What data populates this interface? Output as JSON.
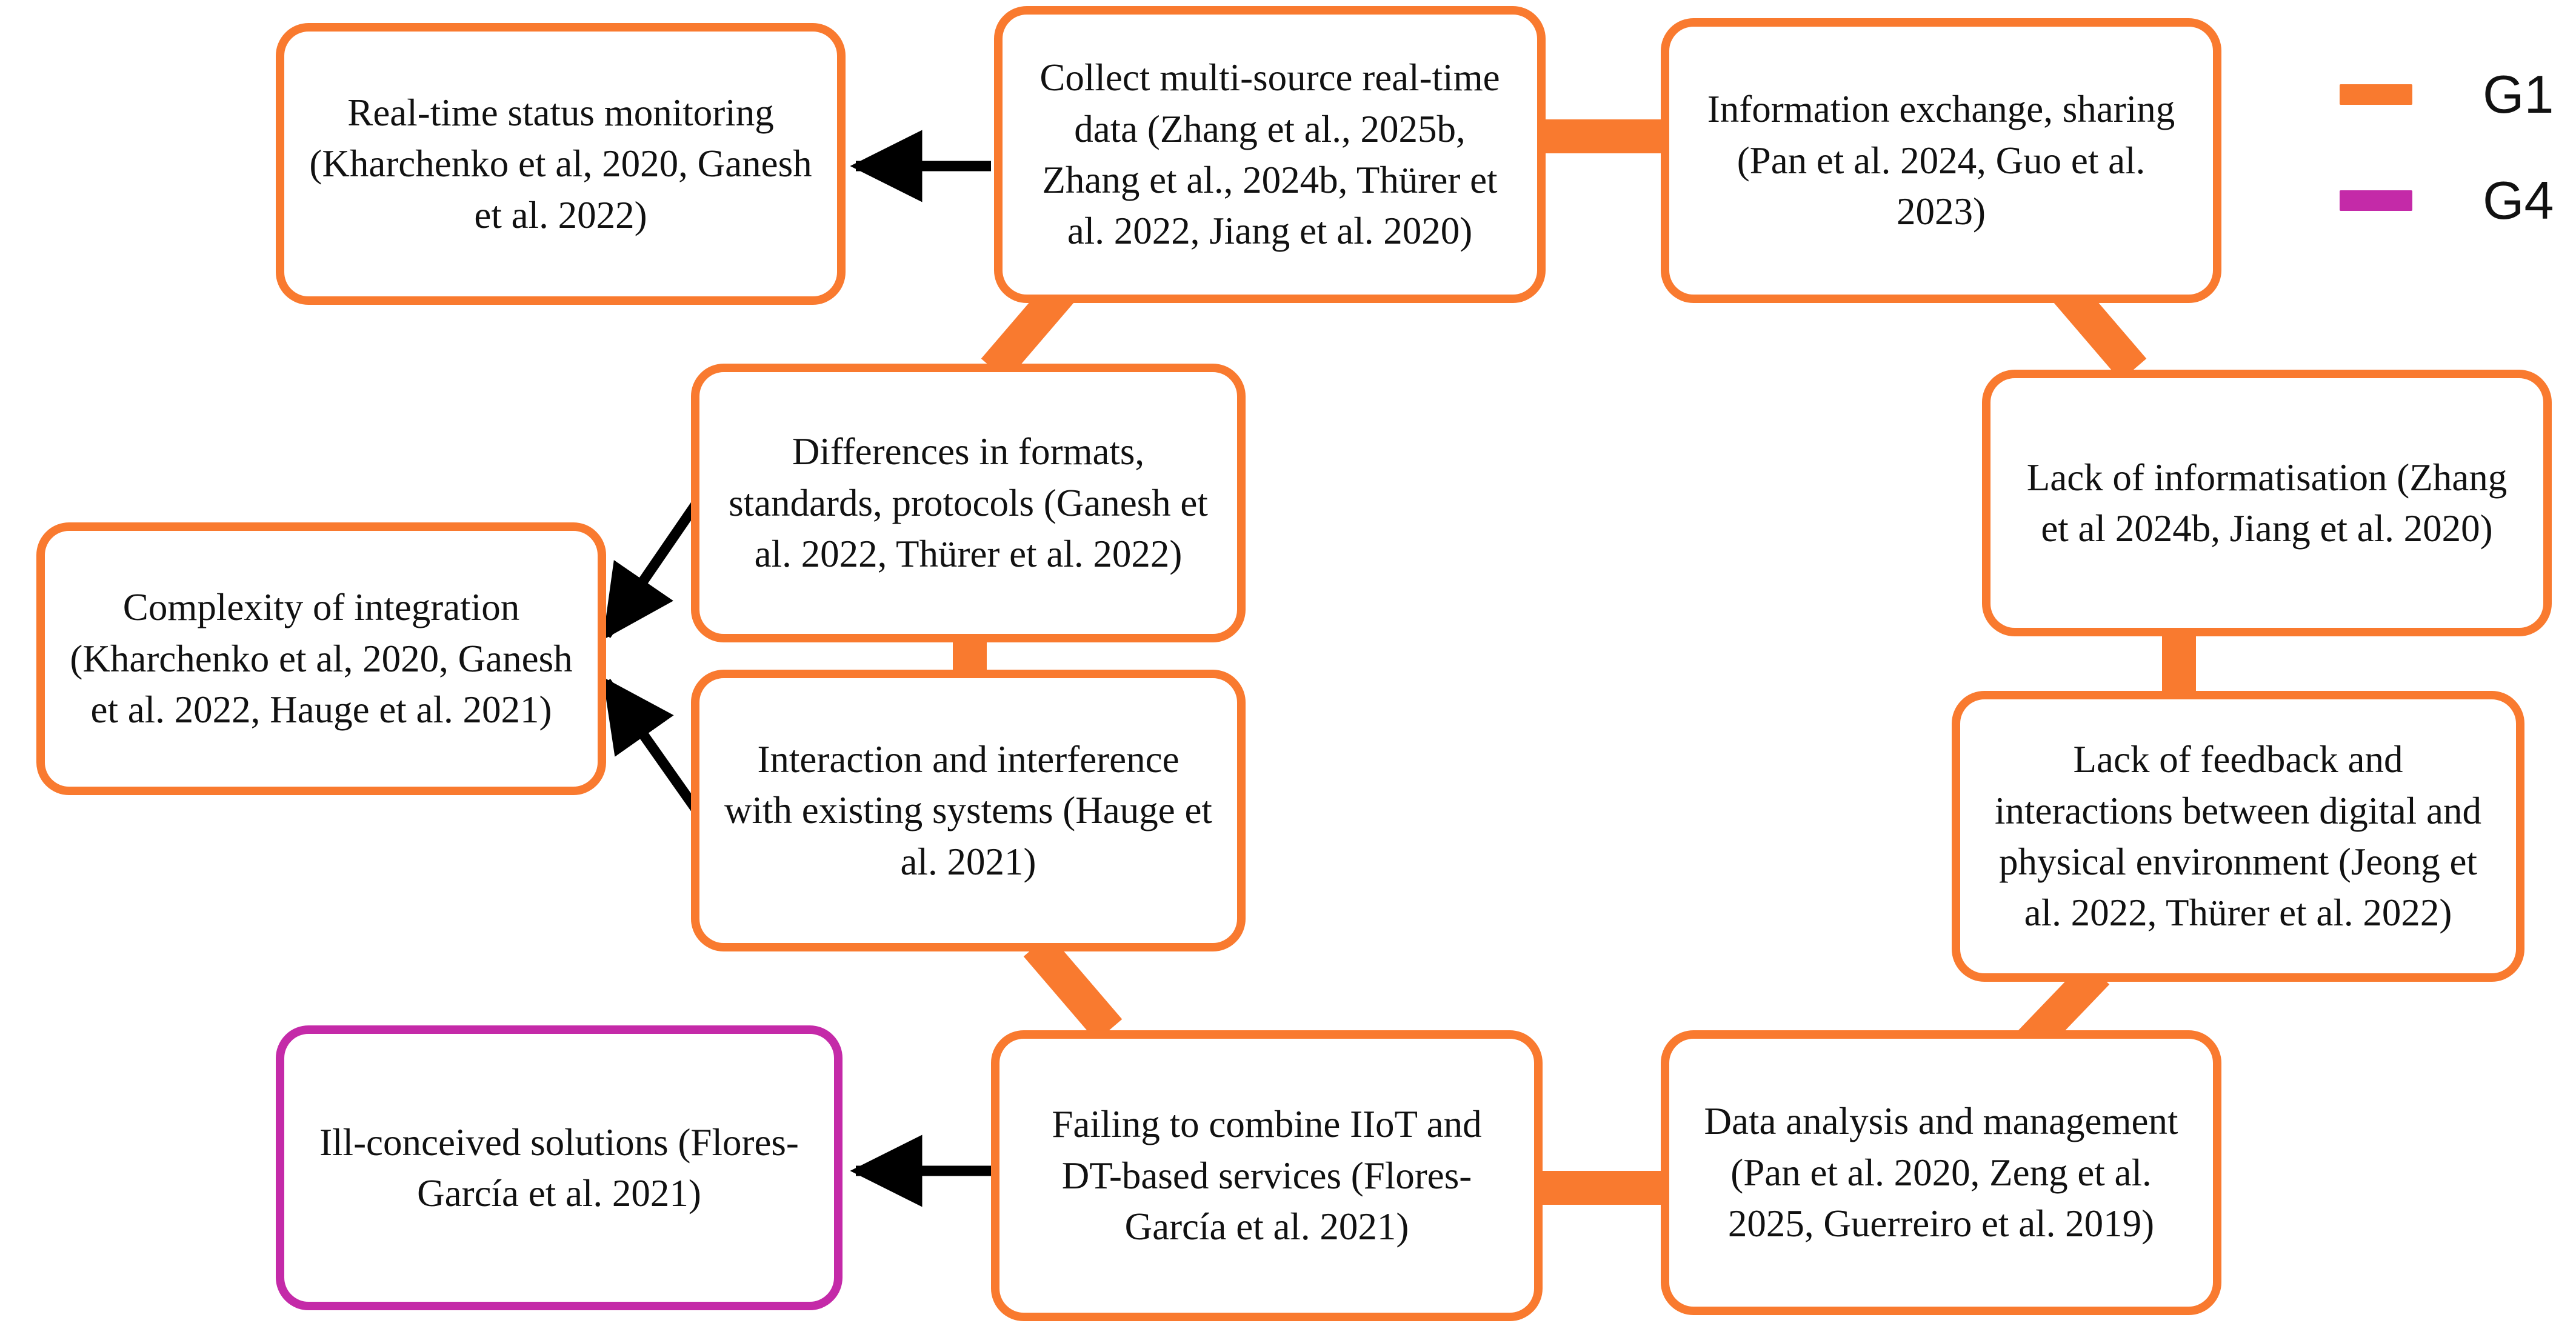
{
  "diagram": {
    "title": "",
    "colors": {
      "g1_orange": "#F97A2F",
      "g4_magenta": "#C42AA8",
      "arrow_black": "#000000"
    },
    "nodes": [
      {
        "id": "real-time-status-monitoring",
        "label": "Real-time status monitoring (Kharchenko et al, 2020, Ganesh et al. 2022)",
        "group": "G1",
        "color": "#F97A2F"
      },
      {
        "id": "collect-multi-source-real-time-data",
        "label": "Collect multi-source real-time data (Zhang et al., 2025b, Zhang et al., 2024b, Thürer et al. 2022, Jiang et al. 2020)",
        "group": "G1",
        "color": "#F97A2F"
      },
      {
        "id": "information-exchange-sharing",
        "label": "Information exchange, sharing (Pan et al. 2024, Guo et al. 2023)",
        "group": "G1",
        "color": "#F97A2F"
      },
      {
        "id": "differences-in-formats-standards-protocols",
        "label": "Differences in formats, standards, protocols (Ganesh et al. 2022, Thürer et al. 2022)",
        "group": "G1",
        "color": "#F97A2F"
      },
      {
        "id": "lack-of-informatisation",
        "label": "Lack of informatisation (Zhang et al 2024b, Jiang et al. 2020)",
        "group": "G1",
        "color": "#F97A2F"
      },
      {
        "id": "complexity-of-integration",
        "label": "Complexity of integration (Kharchenko et al, 2020, Ganesh et al. 2022, Hauge et al. 2021)",
        "group": "G1",
        "color": "#F97A2F"
      },
      {
        "id": "interaction-and-interference-with-existing-systems",
        "label": "Interaction and interference with existing systems (Hauge et al. 2021)",
        "group": "G1",
        "color": "#F97A2F"
      },
      {
        "id": "lack-of-feedback-and-interactions",
        "label": "Lack of feedback and interactions between digital and physical environment (Jeong et al. 2022, Thürer et al. 2022)",
        "group": "G1",
        "color": "#F97A2F"
      },
      {
        "id": "ill-conceived-solutions",
        "label": "Ill-conceived solutions (Flores-García et al. 2021)",
        "group": "G4",
        "color": "#C42AA8"
      },
      {
        "id": "failing-to-combine-iiot-and-dt-based-services",
        "label": "Failing to combine IIoT and DT-based services (Flores-García et al. 2021)",
        "group": "G1",
        "color": "#F97A2F"
      },
      {
        "id": "data-analysis-and-management",
        "label": "Data analysis and management (Pan et al. 2020, Zeng et al. 2025, Guerreiro et al. 2019)",
        "group": "G1",
        "color": "#F97A2F"
      }
    ],
    "edges": [
      {
        "from": "collect-multi-source-real-time-data",
        "to": "real-time-status-monitoring",
        "style": "black-arrow"
      },
      {
        "from": "collect-multi-source-real-time-data",
        "to": "information-exchange-sharing",
        "style": "orange-thick"
      },
      {
        "from": "collect-multi-source-real-time-data",
        "to": "differences-in-formats-standards-protocols",
        "style": "orange-thick"
      },
      {
        "from": "information-exchange-sharing",
        "to": "lack-of-informatisation",
        "style": "orange-thick"
      },
      {
        "from": "differences-in-formats-standards-protocols",
        "to": "complexity-of-integration",
        "style": "black-arrow"
      },
      {
        "from": "interaction-and-interference-with-existing-systems",
        "to": "complexity-of-integration",
        "style": "black-arrow"
      },
      {
        "from": "differences-in-formats-standards-protocols",
        "to": "interaction-and-interference-with-existing-systems",
        "style": "orange-thick"
      },
      {
        "from": "lack-of-informatisation",
        "to": "lack-of-feedback-and-interactions",
        "style": "orange-thick"
      },
      {
        "from": "interaction-and-interference-with-existing-systems",
        "to": "failing-to-combine-iiot-and-dt-based-services",
        "style": "orange-thick"
      },
      {
        "from": "lack-of-feedback-and-interactions",
        "to": "data-analysis-and-management",
        "style": "orange-thick"
      },
      {
        "from": "failing-to-combine-iiot-and-dt-based-services",
        "to": "data-analysis-and-management",
        "style": "orange-thick"
      },
      {
        "from": "failing-to-combine-iiot-and-dt-based-services",
        "to": "ill-conceived-solutions",
        "style": "black-arrow"
      }
    ],
    "legend": {
      "items": [
        {
          "label": "G1",
          "color": "#F97A2F"
        },
        {
          "label": "G4",
          "color": "#C42AA8"
        }
      ]
    }
  }
}
